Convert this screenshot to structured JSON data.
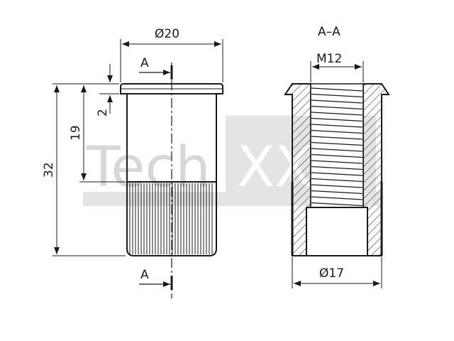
{
  "watermark": {
    "text_left": "Tech",
    "text_right": "XXL"
  },
  "side_view": {
    "dim_diameter": "Ø20",
    "dim_total_length": "32",
    "dim_grip_length": "19",
    "dim_head_height": "2",
    "section_label_top": "A",
    "section_label_bottom": "A"
  },
  "section_view": {
    "title": "A–A",
    "dim_thread": "M12",
    "dim_diameter": "Ø17"
  }
}
